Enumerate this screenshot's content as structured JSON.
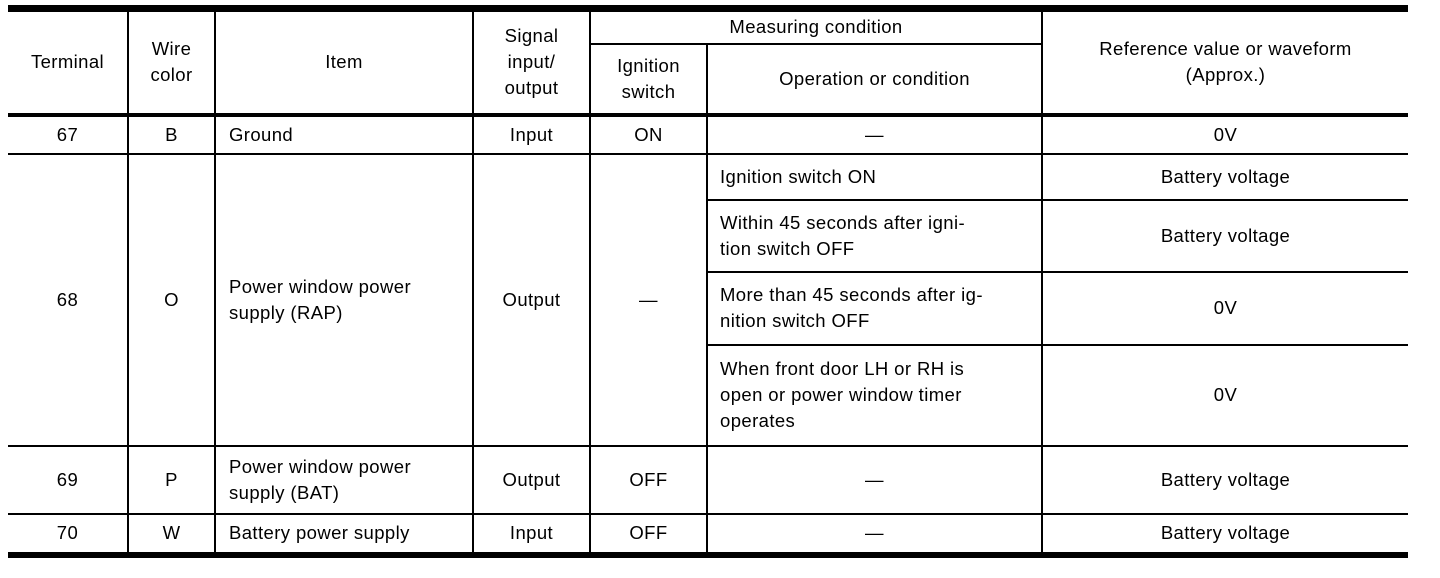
{
  "table": {
    "header": {
      "terminal": "Terminal",
      "wire_color": "Wire\ncolor",
      "item": "Item",
      "signal_io": "Signal\ninput/\noutput",
      "measuring_condition": "Measuring condition",
      "ignition_switch": "Ignition\nswitch",
      "operation_or_condition": "Operation or condition",
      "reference_value": "Reference value or waveform\n(Approx.)"
    },
    "rows": [
      {
        "terminal": "67",
        "wire_color": "B",
        "item": "Ground",
        "signal_io": "Input",
        "ignition_switch": "ON",
        "conditions": [
          {
            "operation": "—",
            "reference": "0V"
          }
        ]
      },
      {
        "terminal": "68",
        "wire_color": "O",
        "item": "Power window power\nsupply (RAP)",
        "signal_io": "Output",
        "ignition_switch": "—",
        "conditions": [
          {
            "operation": "Ignition switch ON",
            "reference": "Battery voltage"
          },
          {
            "operation": "Within 45 seconds after igni-\ntion switch OFF",
            "reference": "Battery voltage"
          },
          {
            "operation": "More than 45 seconds after ig-\nnition switch OFF",
            "reference": "0V"
          },
          {
            "operation": "When front door LH or RH is\nopen or power window timer\noperates",
            "reference": "0V"
          }
        ]
      },
      {
        "terminal": "69",
        "wire_color": "P",
        "item": "Power window power\nsupply (BAT)",
        "signal_io": "Output",
        "ignition_switch": "OFF",
        "conditions": [
          {
            "operation": "—",
            "reference": "Battery voltage"
          }
        ]
      },
      {
        "terminal": "70",
        "wire_color": "W",
        "item": "Battery power supply",
        "signal_io": "Input",
        "ignition_switch": "OFF",
        "conditions": [
          {
            "operation": "—",
            "reference": "Battery voltage"
          }
        ]
      }
    ]
  }
}
